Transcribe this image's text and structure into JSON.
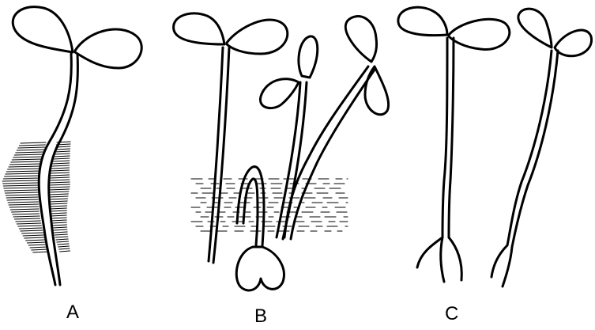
{
  "panels": [
    {
      "id": "a",
      "label": "A"
    },
    {
      "id": "b",
      "label": "B"
    },
    {
      "id": "c",
      "label": "C"
    }
  ],
  "colors": {
    "ink": "#000000",
    "background": "#ffffff"
  }
}
